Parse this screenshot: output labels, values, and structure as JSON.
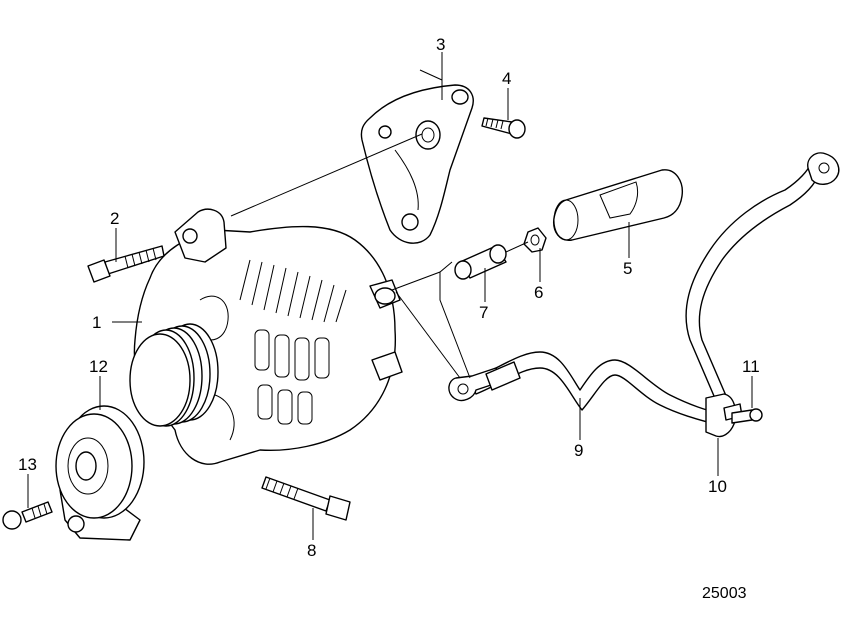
{
  "figure_number": "25003",
  "callouts": [
    "1",
    "2",
    "3",
    "4",
    "5",
    "6",
    "7",
    "8",
    "9",
    "10",
    "11",
    "12",
    "13"
  ],
  "parts": {
    "alternator": "1",
    "bolt_long_upper": "2",
    "bracket": "3",
    "bolt_bracket": "4",
    "protective_cap": "5",
    "nut": "6",
    "spacer": "7",
    "bolt_long_lower": "8",
    "cable": "9",
    "clamp": "10",
    "bolt_clamp": "11",
    "belt_tensioner": "12",
    "bolt_tensioner": "13"
  }
}
